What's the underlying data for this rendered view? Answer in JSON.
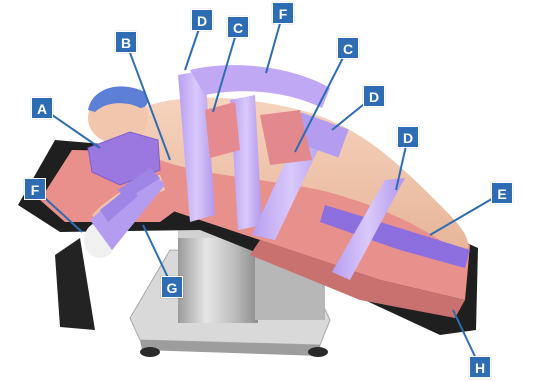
{
  "colors": {
    "callout_bg": "#2e6db3",
    "callout_text": "#ffffff",
    "pad_pink": "#e98f8c",
    "pad_purple": "#a98be6",
    "strap_lavender": "#c6b0f2",
    "table_dark": "#1b1b1b",
    "table_steel": "#c8c8c8"
  },
  "callouts": [
    {
      "id": "a",
      "label": "A"
    },
    {
      "id": "b",
      "label": "B"
    },
    {
      "id": "c1",
      "label": "C"
    },
    {
      "id": "c2",
      "label": "C"
    },
    {
      "id": "d1",
      "label": "D"
    },
    {
      "id": "d2",
      "label": "D"
    },
    {
      "id": "d3",
      "label": "D"
    },
    {
      "id": "e",
      "label": "E"
    },
    {
      "id": "f1",
      "label": "F"
    },
    {
      "id": "f2",
      "label": "F"
    },
    {
      "id": "g",
      "label": "G"
    },
    {
      "id": "h",
      "label": "H"
    }
  ]
}
